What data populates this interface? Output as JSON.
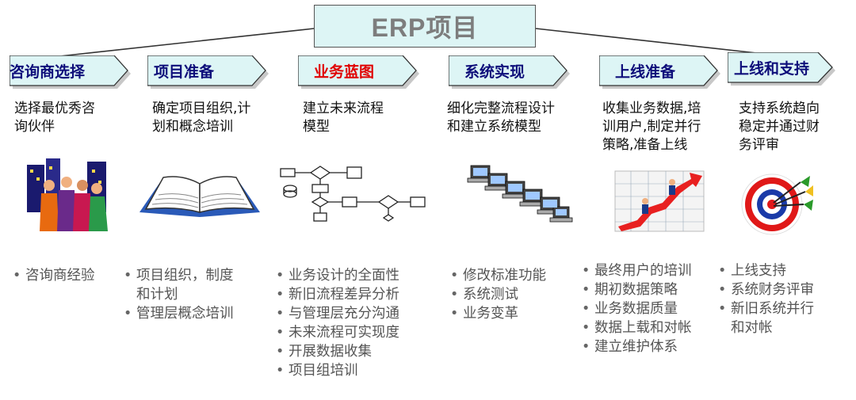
{
  "title": "ERP项目",
  "phases": [
    {
      "label": "咨询商选择",
      "desc": [
        "选择最优秀咨",
        "询伙伴"
      ],
      "icon": "business-people-icon",
      "bullets": [
        "咨询商经验"
      ]
    },
    {
      "label": "项目准备",
      "desc": [
        "确定项目组织,计",
        "划和概念培训"
      ],
      "icon": "open-book-icon",
      "bullets": [
        "项目组织，制度",
        "和计划",
        "管理层概念培训"
      ]
    },
    {
      "label": "业务蓝图",
      "desc": [
        "建立未来流程",
        "模型"
      ],
      "icon": "flowchart-icon",
      "bullets": [
        "业务设计的全面性",
        "新旧流程差异分析",
        "与管理层充分沟通",
        "未来流程可实现度",
        "开展数据收集",
        "项目组培训"
      ]
    },
    {
      "label": "系统实现",
      "desc": [
        "细化完整流程设计",
        "和建立系统模型"
      ],
      "icon": "computer-network-icon",
      "bullets": [
        "修改标准功能",
        "系统测试",
        "业务变革"
      ]
    },
    {
      "label": "上线准备",
      "desc": [
        "收集业务数据,培",
        "训用户,制定并行",
        "策略,准备上线"
      ],
      "icon": "growth-chart-icon",
      "bullets": [
        "最终用户的培训",
        "期初数据策略",
        "业务数据质量",
        "数据上载和对帐",
        "建立维护体系"
      ]
    },
    {
      "label": "上线和支持",
      "desc": [
        "支持系统趋向",
        "稳定并通过财",
        "务评审"
      ],
      "icon": "target-darts-icon",
      "bullets": [
        "上线支持",
        "系统财务评审",
        "新旧系统并行",
        "和对帐"
      ]
    }
  ],
  "colors": {
    "arrow_fill": "#ddf5f5",
    "arrow_shadow": "#c8c8c8",
    "phase_text": "#0d0d7a",
    "highlight": "#e00000",
    "title_text": "#7d7d7d"
  }
}
